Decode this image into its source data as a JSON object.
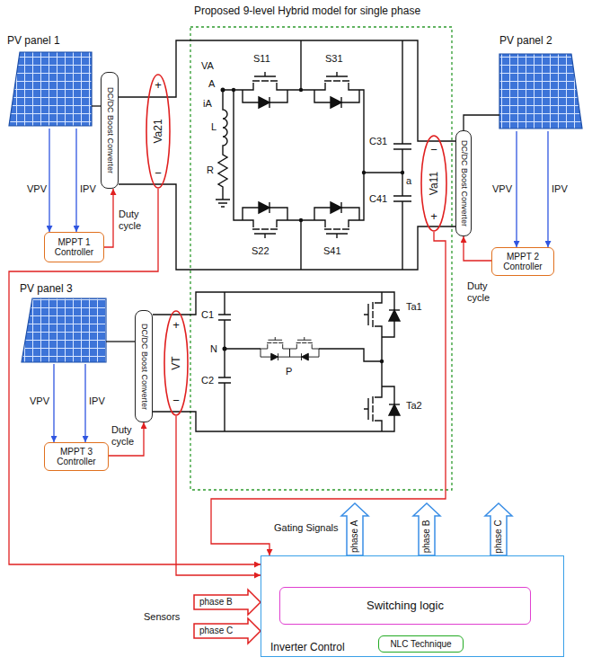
{
  "diagram": {
    "title": "Proposed 9-level Hybrid model for single phase",
    "nodes": [
      {
        "text": [
          "PV panel 1"
        ]
      },
      {
        "text": [
          "DC/DC Boost Converter"
        ]
      },
      {
        "text": [
          "+",
          "Va21",
          "−"
        ]
      },
      {
        "text": [
          "MPPT 1 Controller"
        ]
      },
      {
        "text": [
          "PV panel 2"
        ]
      },
      {
        "text": [
          "DC/DC Boost Converter"
        ]
      },
      {
        "text": [
          "−",
          "Va11",
          "+"
        ]
      },
      {
        "text": [
          "MPPT 2 Controller"
        ]
      },
      {
        "text": [
          "PV panel 3"
        ]
      },
      {
        "text": [
          "DC/DC Boost Converter"
        ]
      },
      {
        "text": [
          "+",
          "VT",
          "−"
        ]
      },
      {
        "text": [
          "MPPT 3 Controller"
        ]
      },
      {
        "text": [
          "Inverter Control"
        ]
      },
      {
        "text": [
          "Switching logic"
        ],
        "in": 12
      },
      {
        "text": [
          "NLC Technique"
        ],
        "in": 12
      }
    ],
    "edges": [
      {
        "from": 0,
        "to": 1,
        "arrow": "none"
      },
      {
        "from": 0,
        "to": 3,
        "label": "VPV",
        "arrow": "to"
      },
      {
        "from": 0,
        "to": 3,
        "label": "IPV",
        "arrow": "to"
      },
      {
        "from": 3,
        "to": 1,
        "label": "Duty cycle",
        "arrow": "to"
      },
      {
        "from": 4,
        "to": 5,
        "arrow": "none"
      },
      {
        "from": 4,
        "to": 7,
        "label": "VPV",
        "arrow": "to"
      },
      {
        "from": 4,
        "to": 7,
        "label": "IPV",
        "arrow": "to"
      },
      {
        "from": 7,
        "to": 5,
        "label": "Duty cycle",
        "arrow": "to"
      },
      {
        "from": 8,
        "to": 9,
        "arrow": "none"
      },
      {
        "from": 8,
        "to": 11,
        "label": "VPV",
        "arrow": "to"
      },
      {
        "from": 8,
        "to": 11,
        "label": "IPV",
        "arrow": "to"
      },
      {
        "from": 11,
        "to": 9,
        "label": "Duty cycle",
        "arrow": "to"
      },
      {
        "from": 2,
        "to": 12,
        "arrow": "to"
      },
      {
        "from": 6,
        "to": 12,
        "arrow": "to"
      },
      {
        "from": 10,
        "to": 12,
        "arrow": "to"
      },
      {
        "from": 14,
        "to": 13,
        "arrow": "to"
      }
    ],
    "labels": [
      "S11",
      "S31",
      "S22",
      "S41",
      "C31",
      "C41",
      "a",
      "VA",
      "A",
      "iA",
      "L",
      "R",
      "C1",
      "N",
      "C2",
      "P",
      "Ta1",
      "Ta2",
      "Gating Signals",
      "phase A",
      "phase B",
      "phase C",
      "Sensors",
      "phase B",
      "phase C"
    ]
  }
}
